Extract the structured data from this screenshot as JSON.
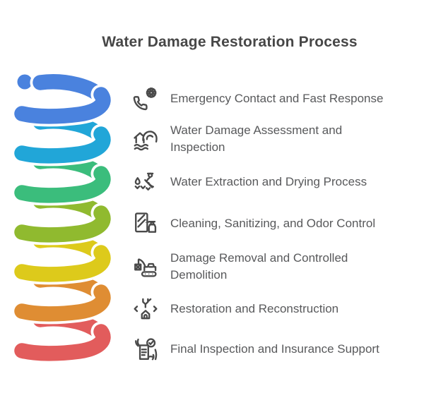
{
  "title": "Water Damage Restoration Process",
  "steps": [
    {
      "icon": "emergency-phone-icon",
      "label": "Emergency Contact and Fast Response"
    },
    {
      "icon": "flood-house-icon",
      "label": "Water Damage Assessment and\nInspection"
    },
    {
      "icon": "water-extraction-icon",
      "label": "Water Extraction and Drying Process"
    },
    {
      "icon": "cleaning-spray-icon",
      "label": "Cleaning, Sanitizing, and Odor Control"
    },
    {
      "icon": "demolition-excavator-icon",
      "label": "Damage Removal and Controlled\nDemolition"
    },
    {
      "icon": "restoration-house-icon",
      "label": "Restoration and Reconstruction"
    },
    {
      "icon": "inspection-document-icon",
      "label": "Final Inspection and Insurance Support"
    }
  ],
  "spiral": {
    "colors": [
      "#4a82de",
      "#21a6d8",
      "#3bbd7c",
      "#90ba2f",
      "#ddca1b",
      "#df8d33",
      "#e25c5c"
    ],
    "halo_color": "#ffffff"
  },
  "colors": {
    "background": "#ffffff",
    "title": "#474747",
    "text": "#58595b",
    "icon": "#4a4a4a"
  }
}
